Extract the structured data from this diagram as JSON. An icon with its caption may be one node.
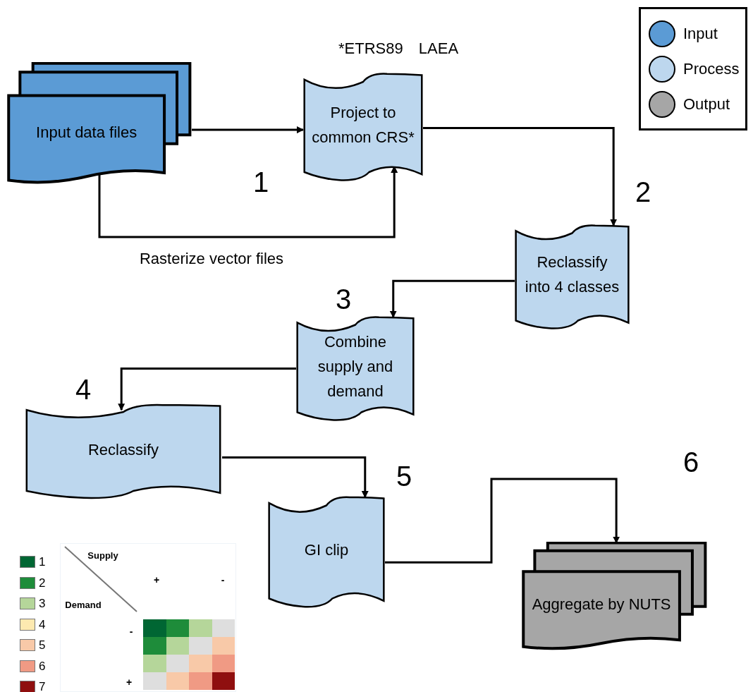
{
  "diagram": {
    "nodes": [
      {
        "text": [
          "Input data files"
        ]
      },
      {
        "text": [
          "Project to common CRS*"
        ],
        "beside": [
          "*ETRS89 LAEA"
        ]
      },
      {
        "text": [
          "Reclassify into 4 classes"
        ]
      },
      {
        "text": [
          "Combine supply and demand"
        ]
      },
      {
        "text": [
          "Reclassify"
        ]
      },
      {
        "text": [
          "GI clip"
        ]
      },
      {
        "text": [
          "Aggregate by NUTS"
        ]
      }
    ],
    "edges": [
      {
        "from": 0,
        "to": 1,
        "arrow": "to"
      },
      {
        "from": 0,
        "to": 1,
        "arrow": "to",
        "label": "Rasterize vector files"
      },
      {
        "from": 1,
        "to": 2,
        "arrow": "to"
      },
      {
        "from": 2,
        "to": 3,
        "arrow": "to"
      },
      {
        "from": 3,
        "to": 4,
        "arrow": "to"
      },
      {
        "from": 4,
        "to": 5,
        "arrow": "to"
      },
      {
        "from": 5,
        "to": 6,
        "arrow": "to"
      }
    ],
    "labels": [
      "1",
      "2",
      "3",
      "4",
      "5",
      "6",
      "Supply",
      "+",
      "-",
      "Demand",
      "-",
      "+"
    ],
    "legend": [
      {
        "text": "Input",
        "color": "#5b9bd5"
      },
      {
        "text": "Process",
        "color": "#bdd7ee"
      },
      {
        "text": "Output",
        "color": "#a6a6a6"
      },
      {
        "text": "1",
        "color": "#006633"
      },
      {
        "text": "2",
        "color": "#1e8c3a"
      },
      {
        "text": "3",
        "color": "#b5d69a"
      },
      {
        "text": "4",
        "color": "#fde9b0"
      },
      {
        "text": "5",
        "color": "#f8c9a8"
      },
      {
        "text": "6",
        "color": "#f09a84"
      },
      {
        "text": "7",
        "color": "#8f0f0f"
      }
    ]
  }
}
